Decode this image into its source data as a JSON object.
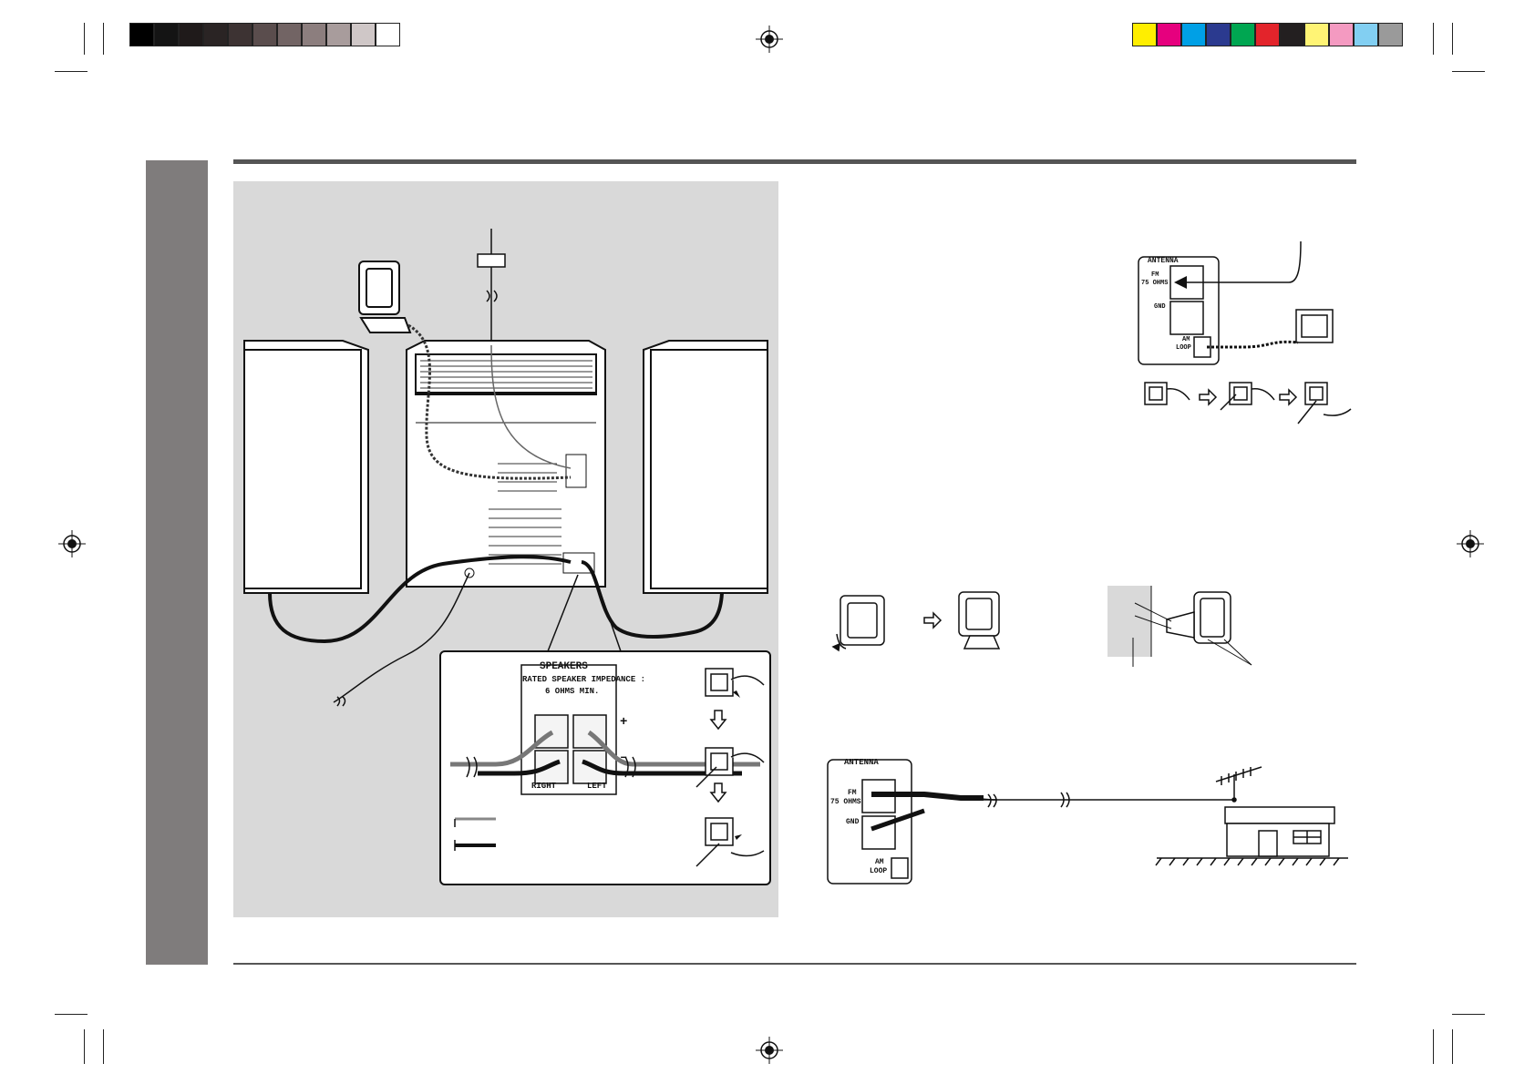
{
  "color_bars": {
    "gray_left": [
      "#000000",
      "#141414",
      "#1f1a1a",
      "#2a2424",
      "#3d3333",
      "#5a4d4d",
      "#726464",
      "#8c7e7e",
      "#a89c9c",
      "#cfc7c7",
      "#ffffff"
    ],
    "color_right": [
      "#ffee00",
      "#e6007e",
      "#00a0e6",
      "#2b3a8f",
      "#00a651",
      "#e3242b",
      "#231f20",
      "#fff475",
      "#f49ac1",
      "#82cff2",
      "#9a9a9a"
    ]
  },
  "speakers_panel": {
    "title": "SPEAKERS",
    "impedance_line1": "RATED SPEAKER IMPEDANCE :",
    "impedance_line2": "6 OHMS MIN.",
    "plus_sign": "+",
    "minus_sign": "–",
    "right_label": "RIGHT",
    "left_label": "LEFT"
  },
  "antenna_panel_top": {
    "title": "ANTENNA",
    "fm_line1": "FM",
    "fm_line2": "75 OHMS",
    "gnd": "GND",
    "am_line1": "AM",
    "am_line2": "LOOP"
  },
  "antenna_panel_bottom": {
    "title": "ANTENNA",
    "fm_line1": "FM",
    "fm_line2": "75 OHMS",
    "gnd": "GND",
    "am_line1": "AM",
    "am_line2": "LOOP"
  },
  "colors": {
    "side_tab": "#7f7c7c",
    "diagram_background": "#d9d9d9",
    "rule": "#555555"
  }
}
